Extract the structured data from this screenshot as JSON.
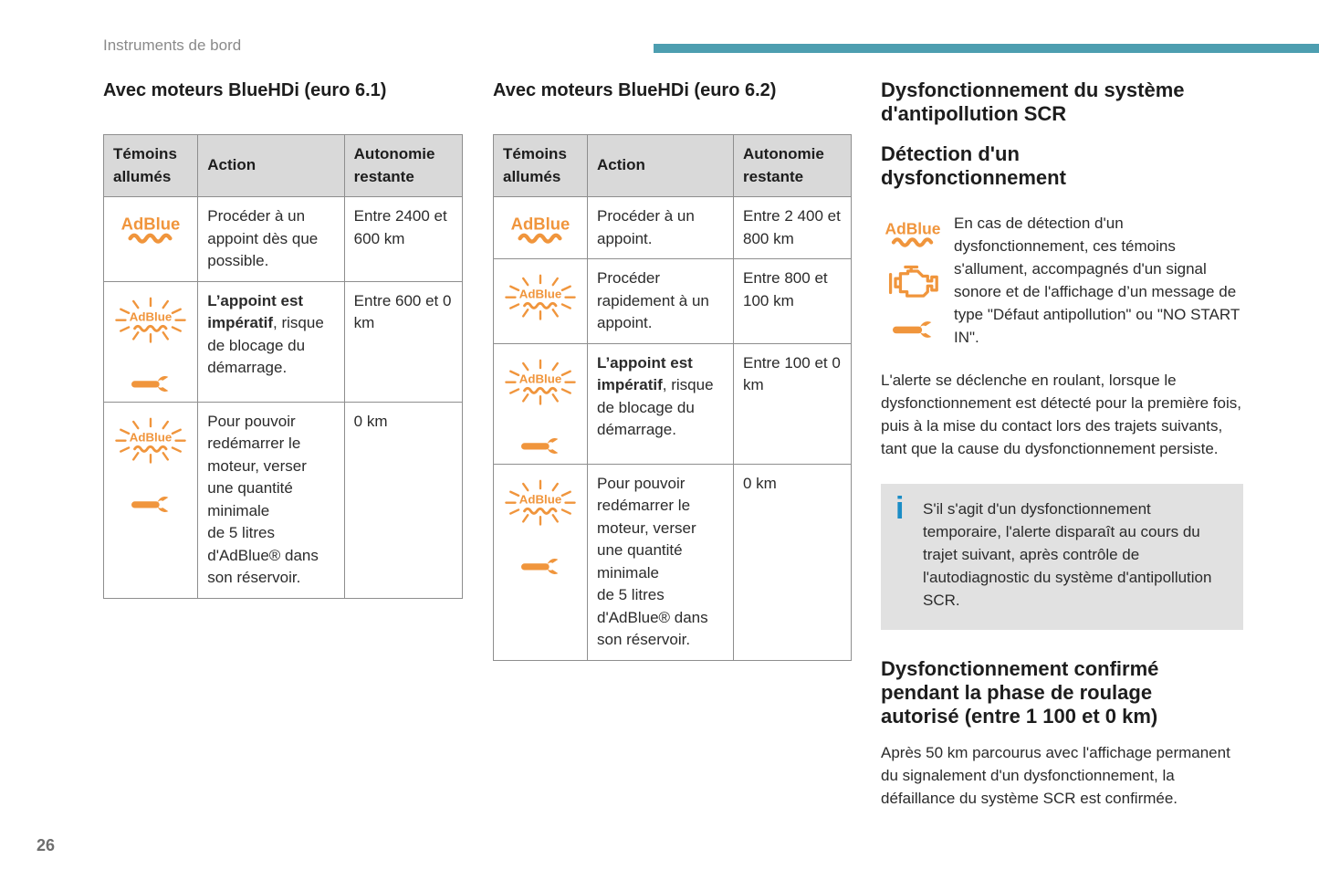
{
  "page": {
    "breadcrumb": "Instruments de bord",
    "page_number": "26"
  },
  "colors": {
    "accent_teal": "#4D9EB0",
    "icon_orange": "#F0953C",
    "info_blue": "#1B8DC6",
    "table_header_bg": "#D9D9D9",
    "info_box_bg": "#E1E1E1"
  },
  "icons": {
    "adblue": "adblue-warning-lamp",
    "adblue_blinking": "adblue-warning-lamp-blinking",
    "wrench": "service-wrench-lamp",
    "engine": "check-engine-lamp",
    "info_glyph": "i"
  },
  "table_euro61": {
    "title": "Avec moteurs BlueHDi (euro 6.1)",
    "columns": [
      "Témoins allumés",
      "Action",
      "Autonomie restante"
    ],
    "rows": [
      {
        "icons": [
          "adblue"
        ],
        "action_bold": "",
        "action_rest": "Procéder à un appoint dès que possible.",
        "autonomy": "Entre 2400 et 600 km"
      },
      {
        "icons": [
          "adblue-blinking",
          "wrench"
        ],
        "action_bold": "L’appoint est impératif",
        "action_rest": ", risque de blocage du démarrage.",
        "autonomy": "Entre 600 et 0 km"
      },
      {
        "icons": [
          "adblue-blinking",
          "wrench"
        ],
        "action_bold": "",
        "action_rest": "Pour pouvoir redémarrer le moteur, verser une quantité minimale\nde 5 litres\nd'AdBlue® dans son réservoir.",
        "autonomy": "0 km"
      }
    ]
  },
  "table_euro62": {
    "title": "Avec moteurs BlueHDi (euro 6.2)",
    "columns": [
      "Témoins allumés",
      "Action",
      "Autonomie restante"
    ],
    "rows": [
      {
        "icons": [
          "adblue"
        ],
        "action_bold": "",
        "action_rest": "Procéder à un appoint.",
        "autonomy": "Entre 2 400 et 800 km"
      },
      {
        "icons": [
          "adblue-blinking"
        ],
        "action_bold": "",
        "action_rest": "Procéder rapidement à un appoint.",
        "autonomy": "Entre 800 et 100 km"
      },
      {
        "icons": [
          "adblue-blinking",
          "wrench"
        ],
        "action_bold": "L’appoint est impératif",
        "action_rest": ", risque de blocage du démarrage.",
        "autonomy": "Entre 100 et 0 km"
      },
      {
        "icons": [
          "adblue-blinking",
          "wrench"
        ],
        "action_bold": "",
        "action_rest": "Pour pouvoir redémarrer le moteur, verser une quantité minimale\nde 5 litres\nd'AdBlue® dans son réservoir.",
        "autonomy": "0 km"
      }
    ]
  },
  "scr": {
    "title": "Dysfonctionnement du système\nd'antipollution SCR",
    "detection": {
      "title": "Détection d'un\ndysfonctionnement",
      "icons": [
        "adblue",
        "engine",
        "wrench"
      ],
      "paragraph": "En cas de détection d'un dysfonctionnement, ces témoins s'allument, accompagnés d'un signal sonore et de l'affichage d’un message de type \"Défaut antipollution\" ou \"NO START IN\".",
      "paragraph2": "L'alerte se déclenche en roulant, lorsque le dysfonctionnement est détecté pour la première fois, puis à la mise du contact lors des trajets suivants, tant que la cause du dysfonctionnement persiste.",
      "info_note": "S'il s'agit d'un dysfonctionnement temporaire, l'alerte disparaît au cours du trajet suivant, après contrôle de l'autodiagnostic du système d'antipollution SCR."
    },
    "confirmed": {
      "title": "Dysfonctionnement confirmé\npendant la phase de roulage\nautorisé (entre 1 100 et 0 km)",
      "paragraph": "Après 50 km parcourus avec l'affichage permanent du signalement d'un dysfonctionnement, la défaillance du système SCR est confirmée."
    }
  }
}
